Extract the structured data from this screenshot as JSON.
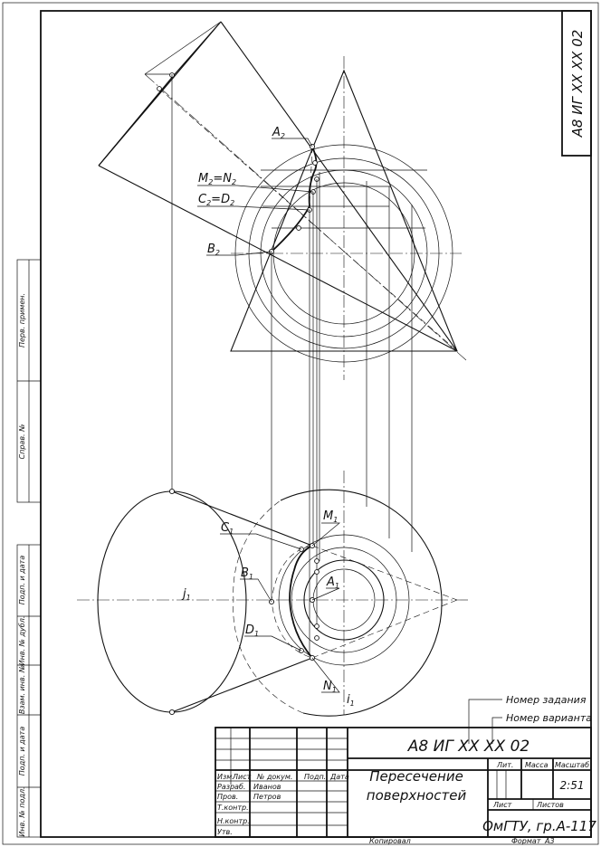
{
  "labels": {
    "A2": "A",
    "A2_sub": "2",
    "M2N2": "M",
    "M2N2_sub1": "2",
    "M2N2_eq": "=N",
    "M2N2_sub2": "2",
    "C2D2": "C",
    "C2D2_sub1": "2",
    "C2D2_eq": "=D",
    "C2D2_sub2": "2",
    "B2": "B",
    "B2_sub": "2",
    "C1": "C",
    "C1_sub": "1",
    "M1": "M",
    "M1_sub": "1",
    "B1": "B",
    "B1_sub": "1",
    "A1": "A",
    "A1_sub": "1",
    "D1": "D",
    "D1_sub": "1",
    "N1": "N",
    "N1_sub": "1",
    "i1": "i",
    "i1_sub": "1",
    "j1": "j",
    "j1_sub": "1"
  },
  "callouts": {
    "task_number": "Номер задания",
    "variant_number": "Номер варианта"
  },
  "corner_code": "А8 ИГ XX XX 02",
  "side_strip": {
    "first_use": "Перв. примен.",
    "reference_no": "Справ. №",
    "sign_date_1": "Подп. и дата",
    "dupl_no": "Инв. № дубл.",
    "replace_no": "Взам. инв. №",
    "sign_date_2": "Подп. и дата",
    "orig_no": "Инв. № подл."
  },
  "stamp": {
    "doc_code": "А8 ИГ XX XX 02",
    "title_line1": "Пересечение",
    "title_line2": "поверхностей",
    "col_izm": "Изм.",
    "col_list": "Лист",
    "col_doc": "№ докум.",
    "col_sign": "Подп.",
    "col_date": "Дата",
    "razrab": "Разраб.",
    "razrab_name": "Иванов",
    "prov": "Пров.",
    "prov_name": "Петров",
    "tkontr": "Т.контр.",
    "nkontr": "Н.контр.",
    "utv": "Утв.",
    "lit": "Лит.",
    "massa": "Масса",
    "masshtab": "Масштаб",
    "scale": "2:51",
    "sheet": "Лист",
    "sheets": "Листов",
    "org": "ОмГТУ, гр.А-117"
  },
  "footer": {
    "copied": "Копировал",
    "format": "Формат",
    "format_value": "А3"
  }
}
